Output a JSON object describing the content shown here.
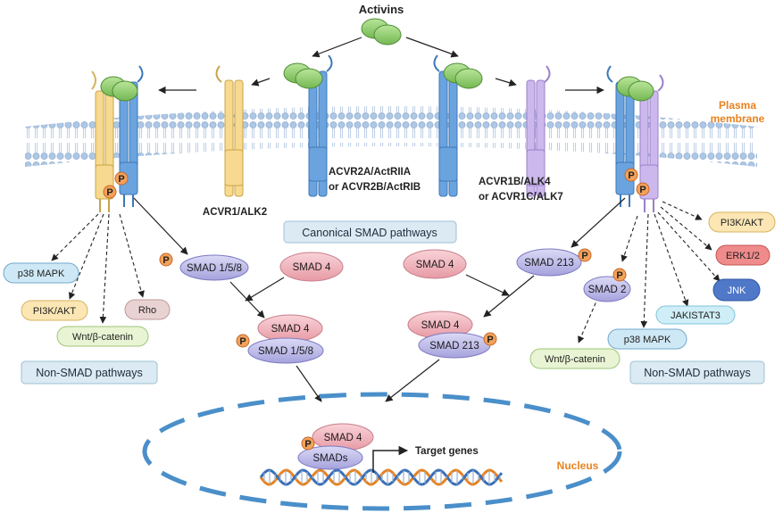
{
  "title": "Activins",
  "membrane": {
    "label_line1": "Plasma",
    "label_line2": "membrane"
  },
  "nucleus_label": "Nucleus",
  "receptors": {
    "alk2": "ACVR1/ALK2",
    "type2_line1": "ACVR2A/ActRIIA",
    "type2_line2": "or ACVR2B/ActRIB",
    "alk4_line1": "ACVR1B/ALK4",
    "alk4_line2": "or ACVR1C/ALK7"
  },
  "canonical_label": "Canonical SMAD pathways",
  "non_smad_label_left": "Non-SMAD pathways",
  "non_smad_label_right": "Non-SMAD pathways",
  "left_effectors": [
    "p38 MAPK",
    "PI3K/AKT",
    "Wnt/β-catenin",
    "Rho"
  ],
  "right_effectors": [
    "PI3K/AKT",
    "ERK1/2",
    "JNK",
    "JAKISTAT3",
    "p38 MAPK",
    "Wnt/β-catenin"
  ],
  "smads": {
    "smad158": "SMAD 1/5/8",
    "smad4_left": "SMAD 4",
    "smad4_right": "SMAD 4",
    "smad213": "SMAD 213",
    "smad2": "SMAD 2",
    "complex_left_top": "SMAD 4",
    "complex_left_bottom": "SMAD 1/5/8",
    "complex_right_top": "SMAD 4",
    "complex_right_bottom": "SMAD 213",
    "nuclear_top": "SMAD 4",
    "nuclear_bottom": "SMADs"
  },
  "phospho": "P",
  "target_genes": "Target genes",
  "colors": {
    "alk2": "#f7d98f",
    "type2": "#6aa3de",
    "alk4": "#cdb8ee",
    "ligand": "#8fcf6e",
    "membrane": "#a9c4e4",
    "smad4": "#f2b5bd",
    "smad158": "#b7b5e8",
    "phospho": "#f4a15a",
    "nucleus": "#4a8fc9",
    "label_orange": "#e8821e"
  }
}
